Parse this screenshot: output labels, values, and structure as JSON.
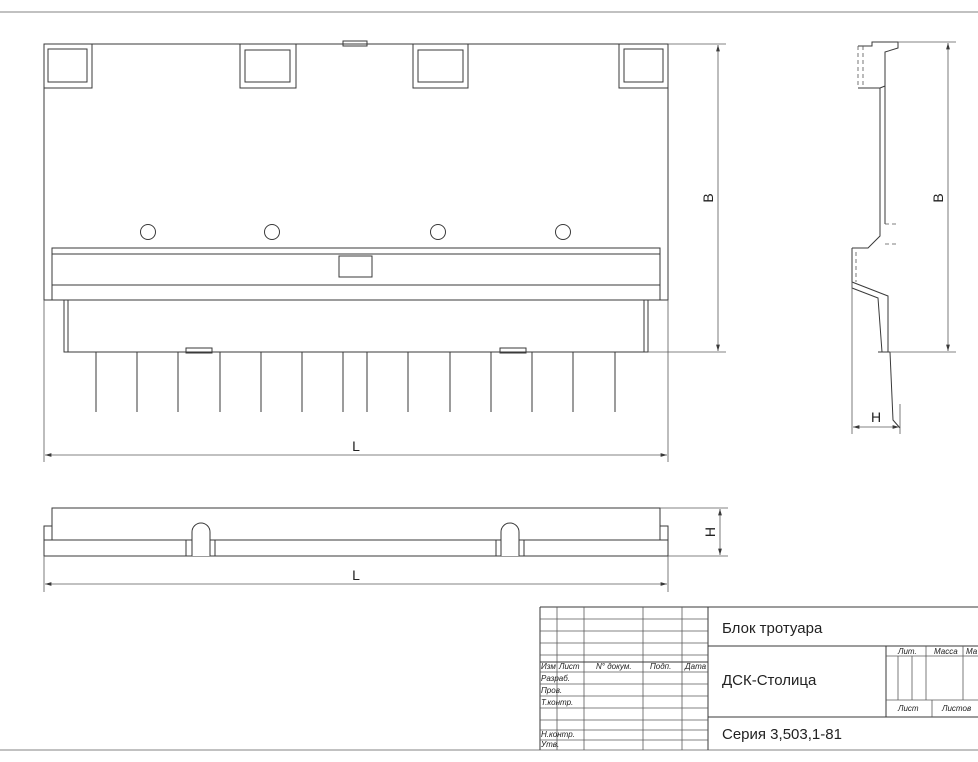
{
  "dimensions": {
    "plan_length": "L",
    "plan_height": "B",
    "side_height": "B",
    "side_thickness": "H",
    "bottom_length": "L",
    "bottom_height": "H"
  },
  "title_block": {
    "title": "Блок тротуара",
    "organization": "ДСК-Столица",
    "series": "Серия 3,503,1-81",
    "headers": {
      "izm": "Изм",
      "list": "Лист",
      "doc": "N° докум.",
      "sign": "Подп.",
      "date": "Дата",
      "lit": "Лит.",
      "mass": "Масса",
      "scale": "Ма",
      "sheet": "Лист",
      "sheets": "Листов"
    },
    "roles": {
      "razrab": "Разраб.",
      "prov": "Пров.",
      "tkontr": "Т.контр.",
      "nkontr": "Н.контр.",
      "utv": "Утв."
    }
  }
}
